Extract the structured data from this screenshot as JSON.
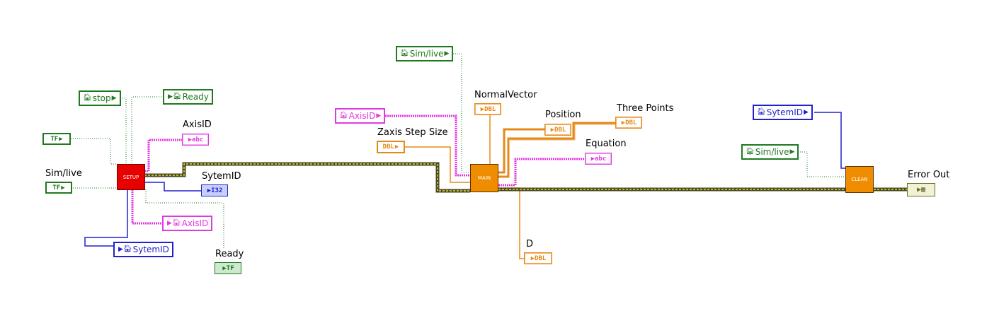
{
  "subvis": {
    "setup": "SETUP",
    "main": "MAIN",
    "clean": "CLEAN"
  },
  "labels": {
    "sim_live": "Sim/live",
    "axis_id": "AxisID",
    "sytem_id": "SytemID",
    "ready": "Ready",
    "zaxis_step_size": "Zaxis Step Size",
    "normal_vector": "NormalVector",
    "position": "Position",
    "three_points": "Three Points",
    "equation": "Equation",
    "d": "D",
    "error_out": "Error Out"
  },
  "locals": {
    "stop": "stop",
    "ready": "Ready",
    "axis_id_read": "AxisID",
    "axis_id_write": "AxisID",
    "sytem_id_write": "SytemID",
    "sytem_id_read": "SytemID",
    "sim_live_main": "Sim/live",
    "sim_live_clean": "Sim/live"
  },
  "terminals": {
    "tf": "TF",
    "abc": "abc",
    "i32": "I32",
    "dbl": "DBL"
  },
  "colors": {
    "boolean": "#1e7a1e",
    "string": "#e13ae1",
    "integer": "#2222cc",
    "double": "#e58a1a",
    "error_cluster": "#6b6b2e",
    "setup_vi": "#e60000",
    "main_vi": "#f08c00",
    "clean_vi": "#f08c00"
  },
  "icons": [
    "local-variable-icon",
    "arrow-icon",
    "error-cluster-icon"
  ]
}
